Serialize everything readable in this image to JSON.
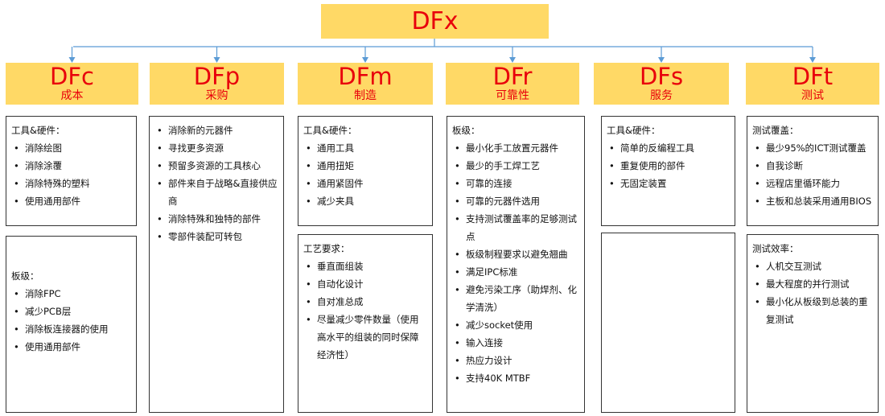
{
  "root": {
    "title": "DFx"
  },
  "columns": [
    {
      "title": "DFc",
      "subtitle": "成本",
      "boxes": [
        {
          "heading": "工具&硬件：",
          "items": [
            "消除绘图",
            "消除涂覆",
            "消除特殊的塑料",
            "使用通用部件"
          ]
        },
        {
          "heading": "板级：",
          "items": [
            "消除FPC",
            "减少PCB层",
            "消除板连接器的使用",
            "使用通用部件"
          ]
        }
      ]
    },
    {
      "title": "DFp",
      "subtitle": "采购",
      "boxes": [
        {
          "heading": "",
          "items": [
            "消除新的元器件",
            "寻找更多资源",
            "预留多资源的工具核心",
            "部件来自于战略&直接供应商",
            "消除特殊和独特的部件",
            "零部件装配可转包"
          ]
        }
      ]
    },
    {
      "title": "DFm",
      "subtitle": "制造",
      "boxes": [
        {
          "heading": "工具&硬件：",
          "items": [
            "通用工具",
            "通用扭矩",
            "通用紧固件",
            "减少夹具"
          ]
        },
        {
          "heading": "工艺要求：",
          "items": [
            "垂直面组装",
            "自动化设计",
            "自对准总成",
            "尽量减少零件数量（使用高水平的组装的同时保障经济性）"
          ]
        }
      ]
    },
    {
      "title": "DFr",
      "subtitle": "可靠性",
      "boxes": [
        {
          "heading": "板级：",
          "items": [
            "最小化手工放置元器件",
            "最少的手工焊工艺",
            "可靠的连接",
            "可靠的元器件选用",
            "支持测试覆盖率的足够测试点",
            "板级制程要求以避免翘曲",
            "满足IPC标准",
            "避免污染工序（助焊剂、化学清洗）",
            "减少socket使用",
            "输入连接",
            "热应力设计",
            "支持40K MTBF"
          ]
        }
      ]
    },
    {
      "title": "DFs",
      "subtitle": "服务",
      "boxes": [
        {
          "heading": "工具&硬件：",
          "items": [
            "简单的反编程工具",
            "重复使用的部件",
            "无固定装置"
          ]
        },
        {
          "heading": "",
          "items": []
        }
      ]
    },
    {
      "title": "DFt",
      "subtitle": "测试",
      "boxes": [
        {
          "heading": "测试覆盖：",
          "items": [
            "最少95%的ICT测试覆盖",
            "自我诊断",
            "远程店里循环能力",
            "主板和总装采用通用BIOS"
          ]
        },
        {
          "heading": "测试效率：",
          "items": [
            "人机交互测试",
            "最大程度的并行测试",
            "最小化从板级到总装的重复测试"
          ]
        }
      ]
    }
  ],
  "colors": {
    "header_fill": "#ffd966",
    "header_text": "#e8000b",
    "connector": "#5b9bd5",
    "border": "#333333"
  }
}
